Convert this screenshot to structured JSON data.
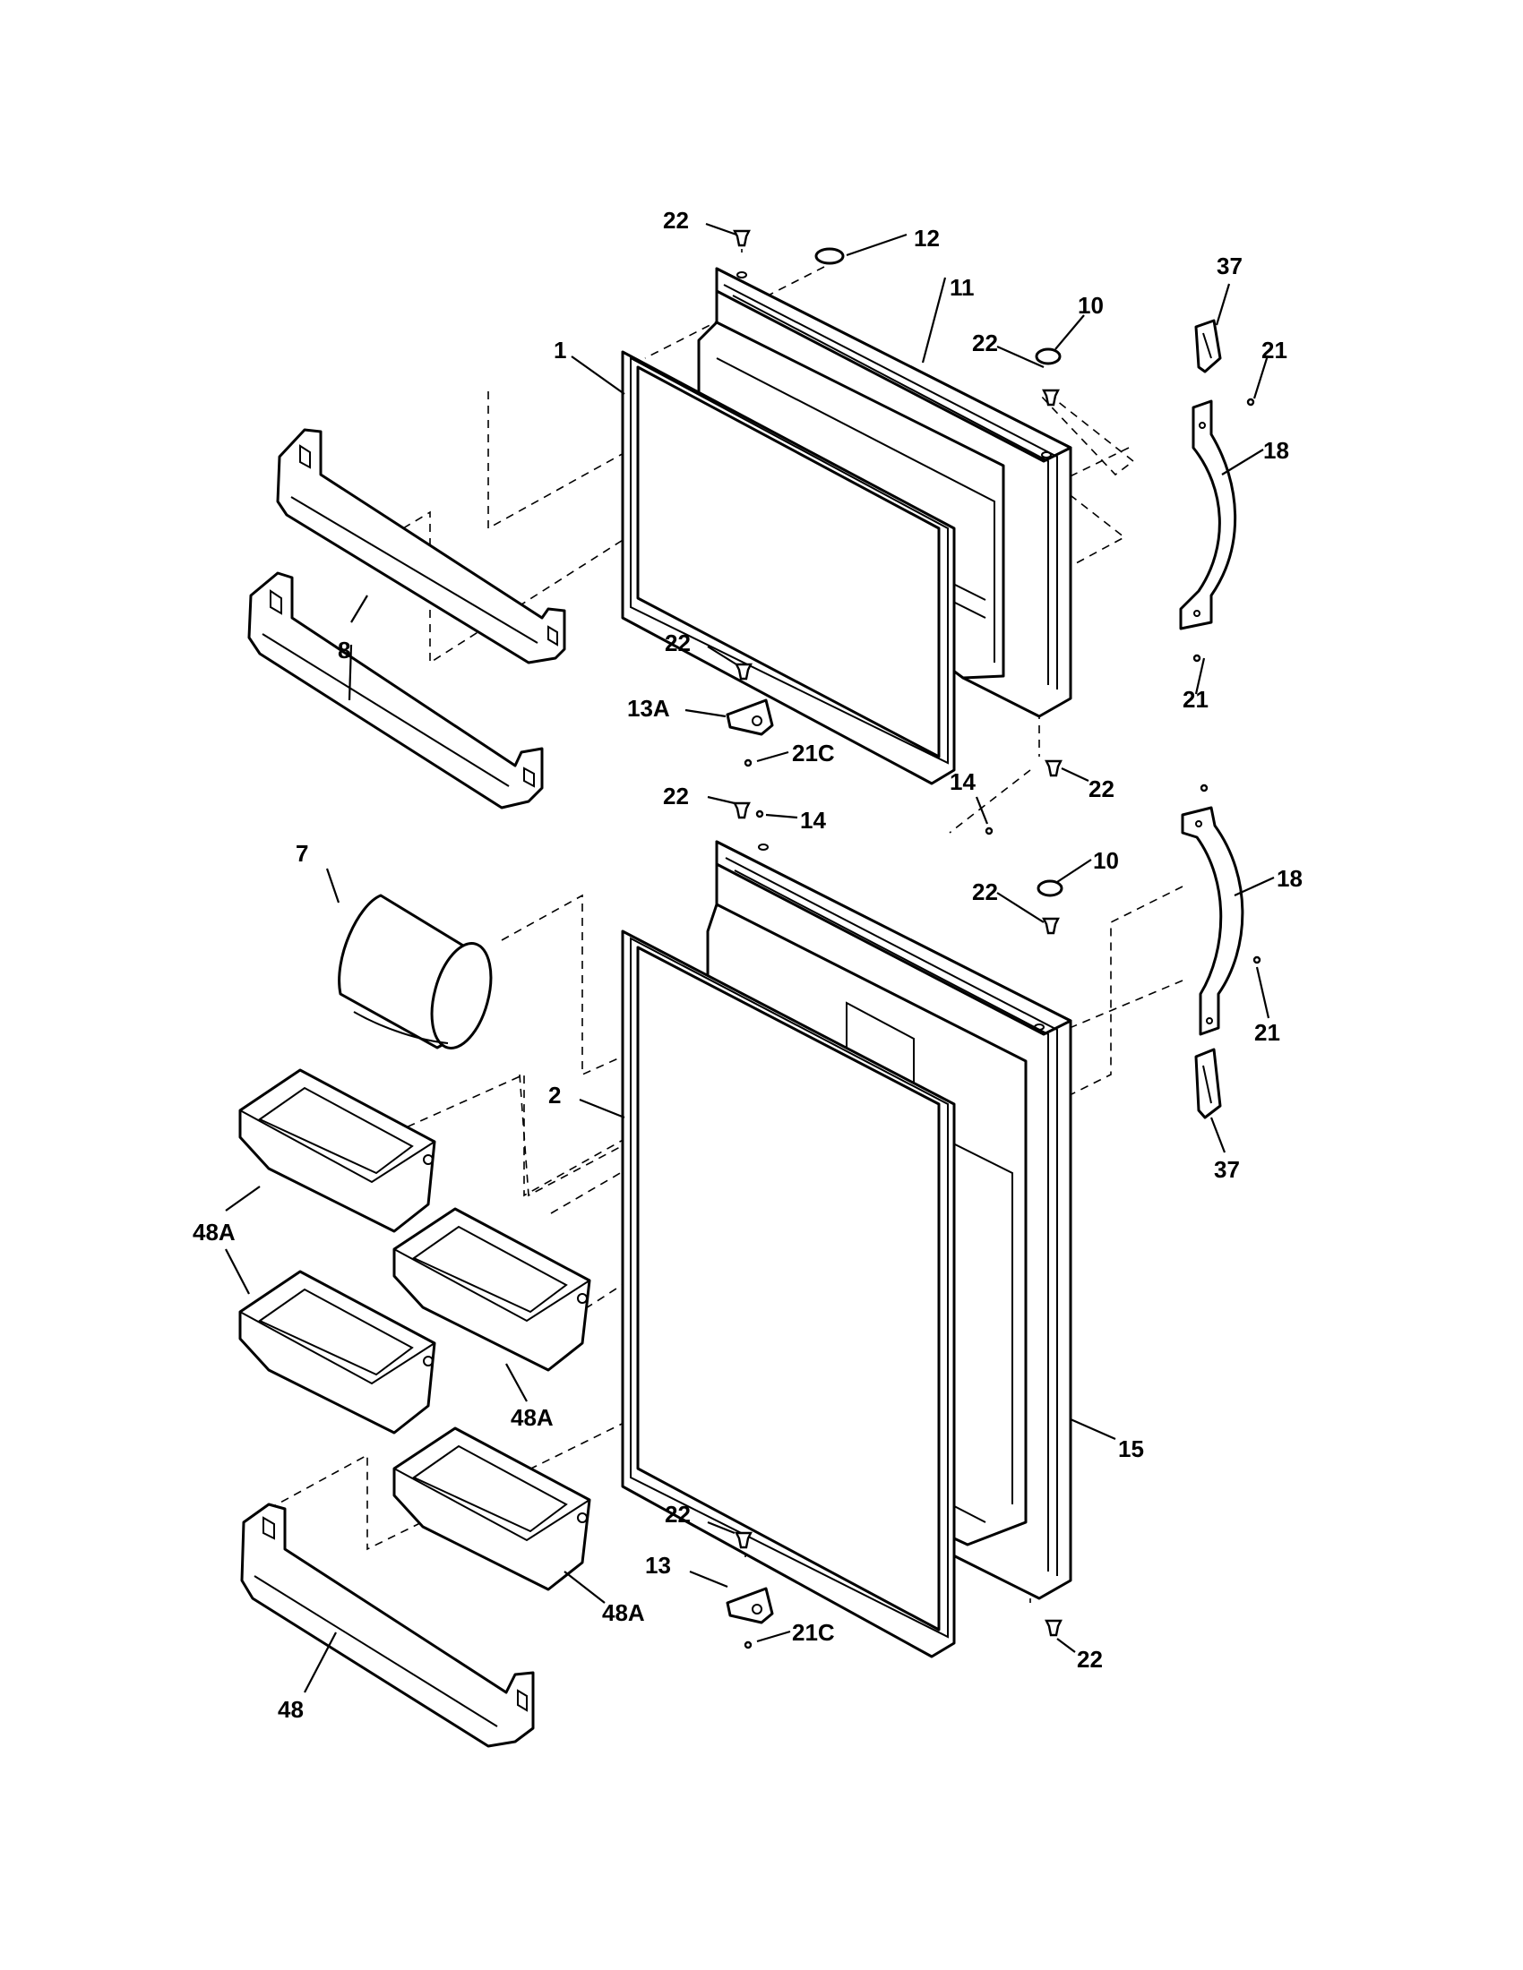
{
  "labels": {
    "p1": "1",
    "p2": "2",
    "p7": "7",
    "p8": "8",
    "p10a": "10",
    "p10b": "10",
    "p11": "11",
    "p12": "12",
    "p13": "13",
    "p13A": "13A",
    "p14a": "14",
    "p14b": "14",
    "p15": "15",
    "p18a": "18",
    "p18b": "18",
    "p21a": "21",
    "p21b": "21",
    "p21c": "21",
    "p21Ca": "21C",
    "p21Cb": "21C",
    "p22a": "22",
    "p22b": "22",
    "p22c": "22",
    "p22d": "22",
    "p22e": "22",
    "p22f": "22",
    "p22g": "22",
    "p22h": "22",
    "p37a": "37",
    "p37b": "37",
    "p48": "48",
    "p48Aa": "48A",
    "p48Ab": "48A",
    "p48Ac": "48A"
  }
}
